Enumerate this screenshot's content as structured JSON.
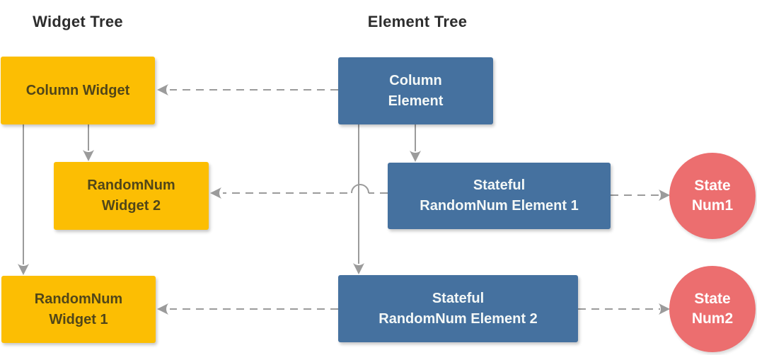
{
  "titles": {
    "widget_tree": "Widget Tree",
    "element_tree": "Element Tree"
  },
  "nodes": {
    "column_widget": {
      "label": "Column Widget",
      "type": "widget"
    },
    "column_element": {
      "label": "Column\nElement",
      "type": "element"
    },
    "randomnum_widget_2": {
      "label": "RandomNum\nWidget 2",
      "type": "widget"
    },
    "stateful_randomnum_element_1": {
      "label": "Stateful\nRandomNum Element 1",
      "type": "element"
    },
    "randomnum_widget_1": {
      "label": "RandomNum\nWidget 1",
      "type": "widget"
    },
    "stateful_randomnum_element_2": {
      "label": "Stateful\nRandomNum Element 2",
      "type": "element"
    },
    "state_num1": {
      "label": "State\nNum1",
      "type": "state"
    },
    "state_num2": {
      "label": "State\nNum2",
      "type": "state"
    }
  },
  "edges": [
    {
      "from": "column_element",
      "to": "column_widget",
      "style": "dashed",
      "meaning": "element references widget"
    },
    {
      "from": "column_widget",
      "to": "randomnum_widget_2",
      "style": "solid",
      "meaning": "parent to child"
    },
    {
      "from": "column_widget",
      "to": "randomnum_widget_1",
      "style": "solid",
      "meaning": "parent to child"
    },
    {
      "from": "column_element",
      "to": "stateful_randomnum_element_1",
      "style": "solid",
      "meaning": "parent to child"
    },
    {
      "from": "column_element",
      "to": "stateful_randomnum_element_2",
      "style": "solid",
      "meaning": "parent to child"
    },
    {
      "from": "stateful_randomnum_element_1",
      "to": "randomnum_widget_2",
      "style": "dashed",
      "meaning": "element references widget"
    },
    {
      "from": "stateful_randomnum_element_1",
      "to": "state_num1",
      "style": "dashed",
      "meaning": "element references state"
    },
    {
      "from": "stateful_randomnum_element_2",
      "to": "randomnum_widget_1",
      "style": "dashed",
      "meaning": "element references widget"
    },
    {
      "from": "stateful_randomnum_element_2",
      "to": "state_num2",
      "style": "dashed",
      "meaning": "element references state"
    }
  ],
  "colors": {
    "widget_fill": "#fcbe03",
    "widget_text": "#514619",
    "element_fill": "#45719f",
    "element_text": "#f4f8f7",
    "state_fill": "#ec6e6f",
    "state_text": "#ffffff",
    "connector": "#9b9b9b",
    "title_text": "#2d2d2d",
    "background": "#ffffff"
  }
}
